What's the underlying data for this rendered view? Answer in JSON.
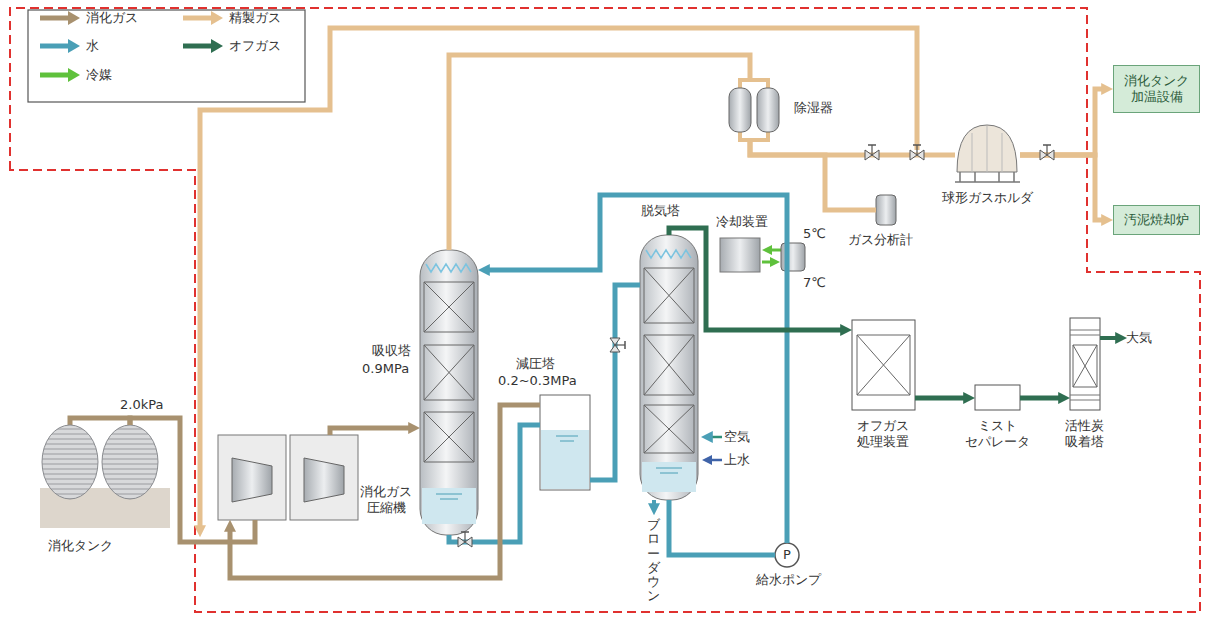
{
  "diagram": {
    "nodes": [
      {
        "text": [
          "消化タンク"
        ]
      },
      {
        "text": [
          "消化ガス 圧縮機"
        ]
      },
      {
        "text": [
          "吸収塔",
          "0.9MPa"
        ]
      },
      {
        "text": [
          "減圧塔",
          "0.2~0.3MPa"
        ]
      },
      {
        "text": [
          "脱気塔"
        ]
      },
      {
        "text": [
          "冷却装置"
        ]
      },
      {
        "text": [
          "除湿器"
        ]
      },
      {
        "text": [
          "ガス分析計"
        ]
      },
      {
        "text": [
          "球形ガスホルダ"
        ]
      },
      {
        "text": [
          "消化タンク 加温設備"
        ]
      },
      {
        "text": [
          "汚泥焼却炉"
        ]
      },
      {
        "text": [
          "オフガス 処理装置"
        ]
      },
      {
        "text": [
          "ミスト セパレータ"
        ]
      },
      {
        "text": [
          "活性炭 吸着塔"
        ]
      },
      {
        "text": [
          "P",
          "給水ポンプ"
        ]
      }
    ],
    "edges": [
      {
        "from": 0,
        "to": 1,
        "arrow": "none"
      },
      {
        "from": 1,
        "to": 2,
        "arrow": "to"
      },
      {
        "from": 2,
        "to": 6,
        "arrow": "none"
      },
      {
        "from": 6,
        "to": 8,
        "arrow": "none"
      },
      {
        "from": 6,
        "to": 7,
        "arrow": "none"
      },
      {
        "from": 8,
        "to": 9,
        "arrow": "to"
      },
      {
        "from": 8,
        "to": 10,
        "arrow": "to"
      },
      {
        "from": 2,
        "to": 3,
        "arrow": "none"
      },
      {
        "from": 3,
        "to": 1,
        "arrow": "to"
      },
      {
        "from": 3,
        "to": 4,
        "arrow": "none"
      },
      {
        "from": 4,
        "to": 14,
        "arrow": "none"
      },
      {
        "from": 14,
        "to": 2,
        "arrow": "to"
      },
      {
        "from": 4,
        "to": 11,
        "arrow": "to"
      },
      {
        "from": 11,
        "to": 12,
        "arrow": "to"
      },
      {
        "from": 12,
        "to": 13,
        "arrow": "to"
      }
    ],
    "labels": [
      "2.0kPa",
      "5℃",
      "7℃",
      "空気",
      "上水",
      "ブローダウン",
      "大気"
    ],
    "legend": [
      {
        "text": "消化ガス",
        "color": "#a8916f"
      },
      {
        "text": "精製ガス",
        "color": "#e5c08f"
      },
      {
        "text": "水",
        "color": "#4a9fb6"
      },
      {
        "text": "オフガス",
        "color": "#2f6e51"
      },
      {
        "text": "冷媒",
        "color": "#5fc13c"
      }
    ]
  }
}
